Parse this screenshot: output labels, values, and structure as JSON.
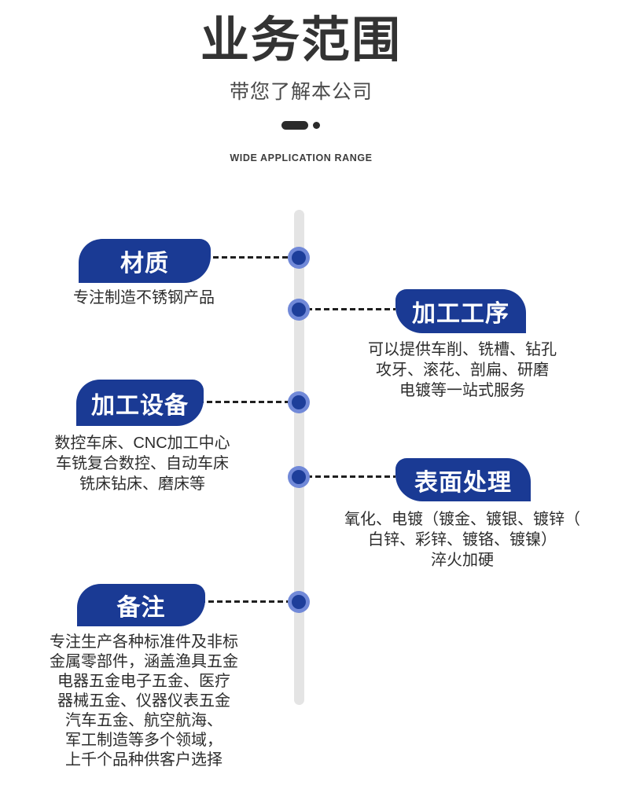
{
  "header": {
    "title": "业务范围",
    "subtitle": "带您了解本公司",
    "tagline": "WIDE APPLICATION RANGE"
  },
  "colors": {
    "badge_blue": "#1a3a94",
    "node_core_blue": "#1d3e9a",
    "node_ring_blue": "#7189d8",
    "timeline_bar_gray": "#e4e4e4",
    "connector_dark": "#1f1f1f",
    "title_text": "#333333",
    "body_text": "#2d2d2d",
    "badge_text": "#ffffff"
  },
  "timeline": {
    "items": [
      {
        "side": "left",
        "label": "材质",
        "description": "专注制造不锈钢产品"
      },
      {
        "side": "right",
        "label": "加工工序",
        "description": "可以提供车削、铣槽、钻孔\n攻牙、滚花、剖扁、研磨\n电镀等一站式服务"
      },
      {
        "side": "left",
        "label": "加工设备",
        "description": "数控车床、CNC加工中心\n车铣复合数控、自动车床\n铣床钻床、磨床等"
      },
      {
        "side": "right",
        "label": "表面处理",
        "description": "氧化、电镀（镀金、镀银、镀锌（\n白锌、彩锌、镀铬、镀镍）\n淬火加硬"
      },
      {
        "side": "left",
        "label": "备注",
        "description": "专注生产各种标准件及非标\n金属零部件，涵盖渔具五金\n电器五金电子五金、医疗\n器械五金、仪器仪表五金\n汽车五金、航空航海、\n军工制造等多个领域，\n上千个品种供客户选择"
      }
    ]
  }
}
